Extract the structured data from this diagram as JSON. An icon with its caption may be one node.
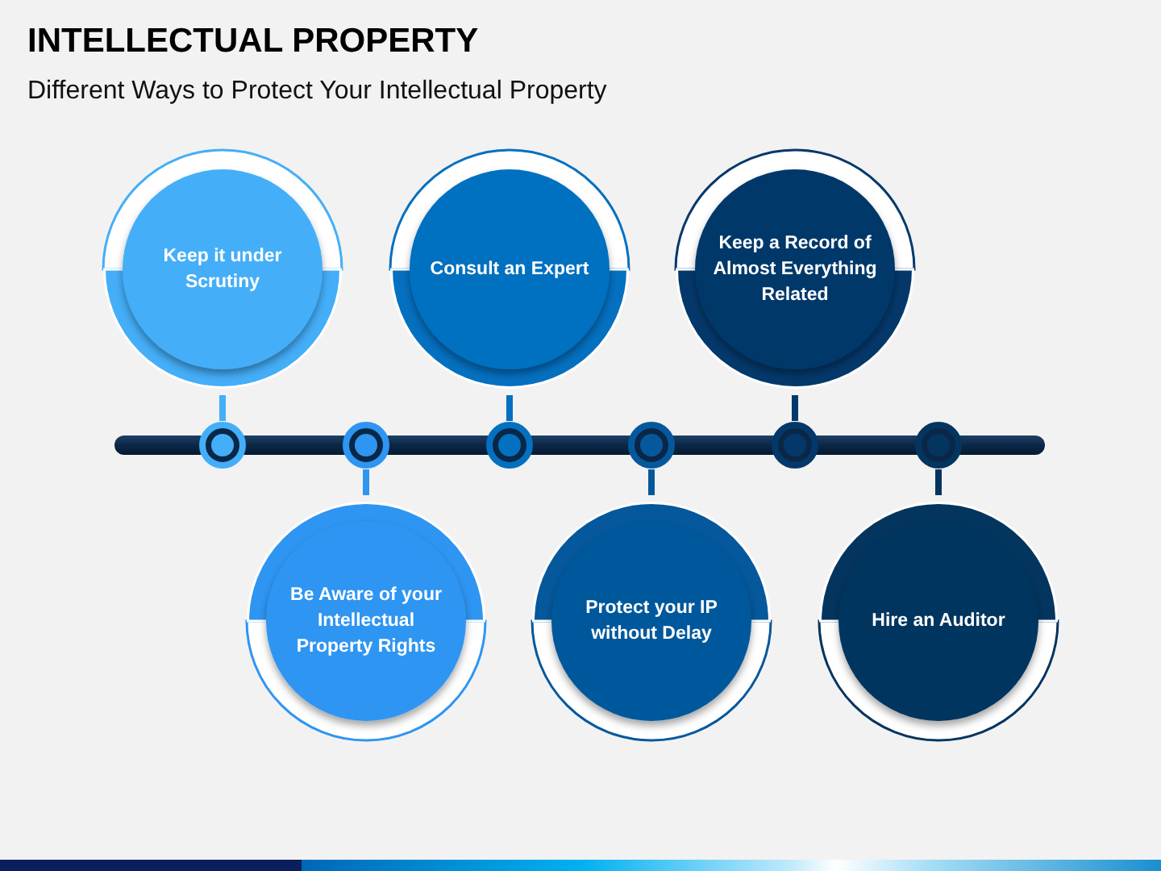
{
  "diagram": {
    "title": "INTELLECTUAL PROPERTY",
    "nodes": [
      {
        "text": [
          "Keep it under Scrutiny"
        ]
      },
      {
        "text": [
          "Be Aware of your Intellectual Property Rights"
        ]
      },
      {
        "text": [
          "Consult an Expert"
        ]
      },
      {
        "text": [
          "Protect your IP without Delay"
        ]
      },
      {
        "text": [
          "Keep a Record of Almost Everything Related"
        ]
      },
      {
        "text": [
          "Hire an Auditor"
        ]
      },
      {
        "text": [],
        "shape": "circle"
      },
      {
        "text": [],
        "shape": "circle"
      },
      {
        "text": [],
        "shape": "circle"
      },
      {
        "text": [],
        "shape": "circle"
      },
      {
        "text": [],
        "shape": "circle"
      },
      {
        "text": [],
        "shape": "circle"
      }
    ],
    "edges": [
      {
        "from": 0,
        "to": 6,
        "arrow": "none",
        "color": "#44aef8"
      },
      {
        "from": 1,
        "to": 7,
        "arrow": "none",
        "color": "#2e95f2"
      },
      {
        "from": 2,
        "to": 8,
        "arrow": "none",
        "color": "#0470c0"
      },
      {
        "from": 3,
        "to": 9,
        "arrow": "none",
        "color": "#05589c"
      },
      {
        "from": 4,
        "to": 10,
        "arrow": "none",
        "color": "#04386b"
      },
      {
        "from": 5,
        "to": 11,
        "arrow": "none",
        "color": "#03355f"
      }
    ],
    "labels": [
      "Different Ways to Protect Your Intellectual Property"
    ]
  }
}
